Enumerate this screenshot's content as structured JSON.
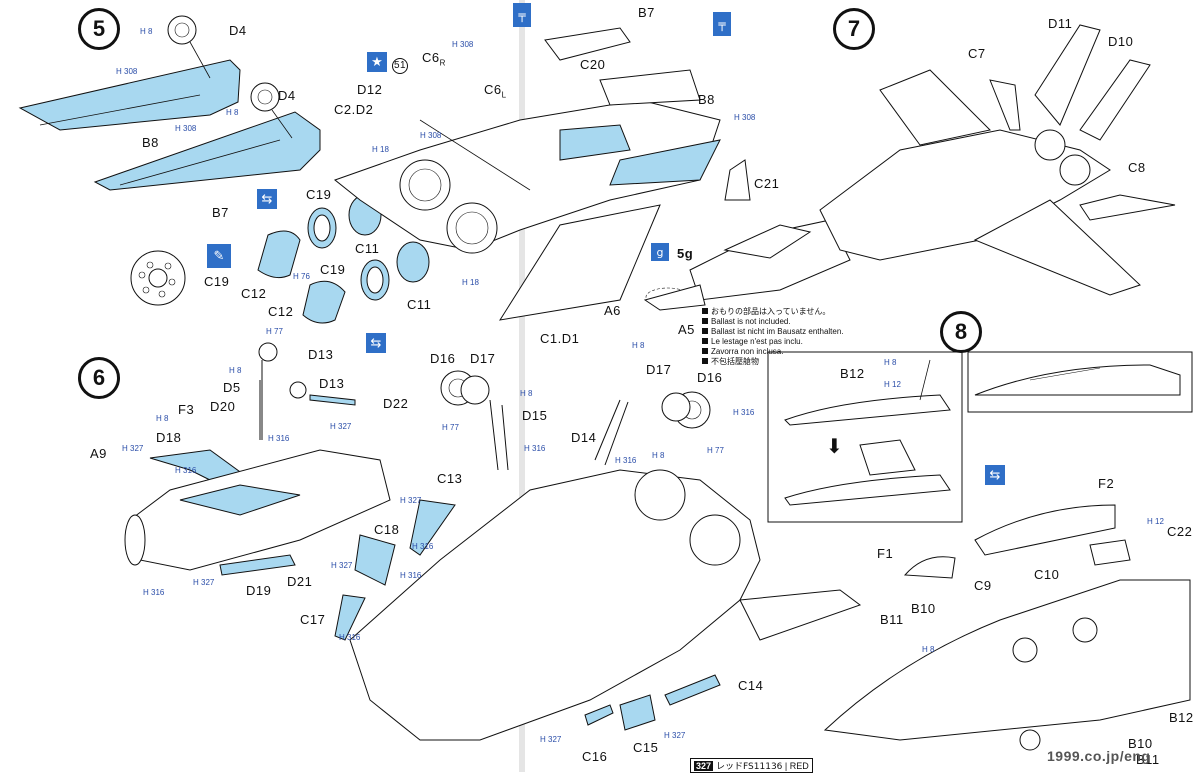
{
  "steps": [
    "5",
    "6",
    "7",
    "8"
  ],
  "parts": {
    "s5": {
      "D4a": "D4",
      "D4b": "D4",
      "B8": "B8",
      "B7": "B7",
      "C19a": "C19",
      "C12a": "C12",
      "C19b": "C19",
      "C11a": "C11",
      "C19c": "C19",
      "C11b": "C11",
      "C12b": "C12",
      "D12": "D12",
      "C2D2": "C2.D2",
      "C6R": "C6",
      "C6R_sub": "R",
      "C6L": "C6",
      "C6L_sub": "L",
      "C20": "C20",
      "B7t": "B7",
      "B8t": "B8",
      "C21": "C21",
      "C1D1": "C1.D1",
      "A6": "A6",
      "A5": "A5",
      "num51": "51",
      "ballast": "5g"
    },
    "s6": {
      "D13a": "D13",
      "D5": "D5",
      "D13b": "D13",
      "D22": "D22",
      "F3": "F3",
      "D20": "D20",
      "D18": "D18",
      "A9": "A9",
      "D19": "D19",
      "D21": "D21",
      "D16a": "D16",
      "D17a": "D17",
      "D15": "D15",
      "D17b": "D17",
      "D16b": "D16",
      "D14": "D14",
      "C13": "C13",
      "C18": "C18",
      "C17": "C17",
      "C14": "C14",
      "C16": "C16",
      "C15": "C15"
    },
    "s7": {
      "C7": "C7",
      "D11": "D11",
      "D10": "D10",
      "C8": "C8"
    },
    "s8": {
      "B12a": "B12",
      "F2": "F2",
      "C22": "C22",
      "F1": "F1",
      "C9": "C9",
      "C10": "C10",
      "B10a": "B10",
      "B11a": "B11",
      "B12b": "B12",
      "B10b": "B10",
      "B11b": "B11"
    }
  },
  "paint": {
    "h8": "H 8",
    "h308": "H 308",
    "h18": "H 18",
    "h76": "H 76",
    "h77": "H 77",
    "h316": "H 316",
    "h327": "H 327",
    "h12": "H 12"
  },
  "note": {
    "lines": [
      "おもりの部品は入っていません。",
      "Ballast is not included.",
      "Ballast ist nicht im Bausatz enthalten.",
      "Le lestage n'est pas inclu.",
      "Zavorra non inclusa.",
      "不包括壓艙物"
    ]
  },
  "footer": {
    "num": "327",
    "code": "レッドFS11136",
    "name": "RED"
  },
  "watermark": "1999.co.jp/eng",
  "colors": {
    "accent": "#2f6fc7",
    "parts_tint": "#a8d8f0",
    "paint_text": "#2a4da8"
  },
  "icons": [
    "arrow-swap-icon",
    "star-icon",
    "pliers-icon",
    "glue-icon",
    "ballast-icon",
    "arrow-down-icon"
  ]
}
